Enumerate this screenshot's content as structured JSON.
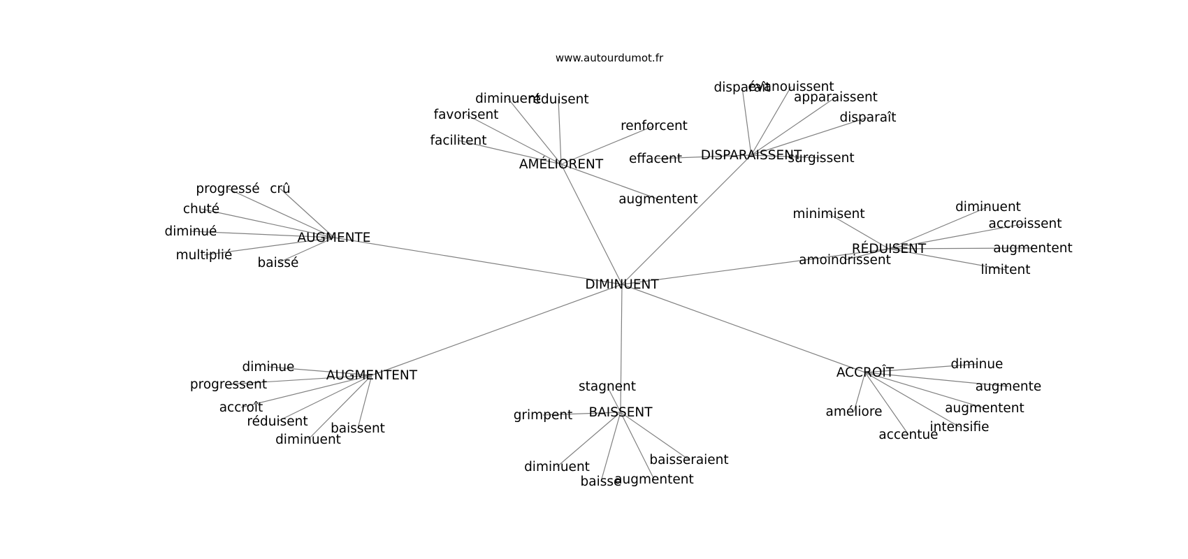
{
  "source_label": "www.autourdumot.fr",
  "center": "DIMINUENT",
  "clusters": [
    {
      "hub": "AUGMENTE",
      "words": [
        "progressé",
        "crû",
        "chuté",
        "diminué",
        "multiplié",
        "baissé"
      ]
    },
    {
      "hub": "AMÉLIORENT",
      "words": [
        "diminuent",
        "réduisent",
        "favorisent",
        "renforcent",
        "facilitent",
        "augmentent"
      ]
    },
    {
      "hub": "DISPARAISSENT",
      "words": [
        "disparaît",
        "évanouissent",
        "apparaissent",
        "disparaît",
        "effacent",
        "surgissent"
      ]
    },
    {
      "hub": "RÉDUISENT",
      "words": [
        "minimisent",
        "diminuent",
        "accroissent",
        "augmentent",
        "amoindrissent",
        "limitent"
      ]
    },
    {
      "hub": "AUGMENTENT",
      "words": [
        "diminue",
        "progressent",
        "accroît",
        "réduisent",
        "diminuent",
        "baissent"
      ]
    },
    {
      "hub": "BAISSENT",
      "words": [
        "stagnent",
        "grimpent",
        "diminuent",
        "baisse",
        "augmentent",
        "baisseraient"
      ]
    },
    {
      "hub": "ACCROÎT",
      "words": [
        "diminue",
        "augmente",
        "augmentent",
        "améliore",
        "intensifie",
        "accentue"
      ]
    }
  ]
}
